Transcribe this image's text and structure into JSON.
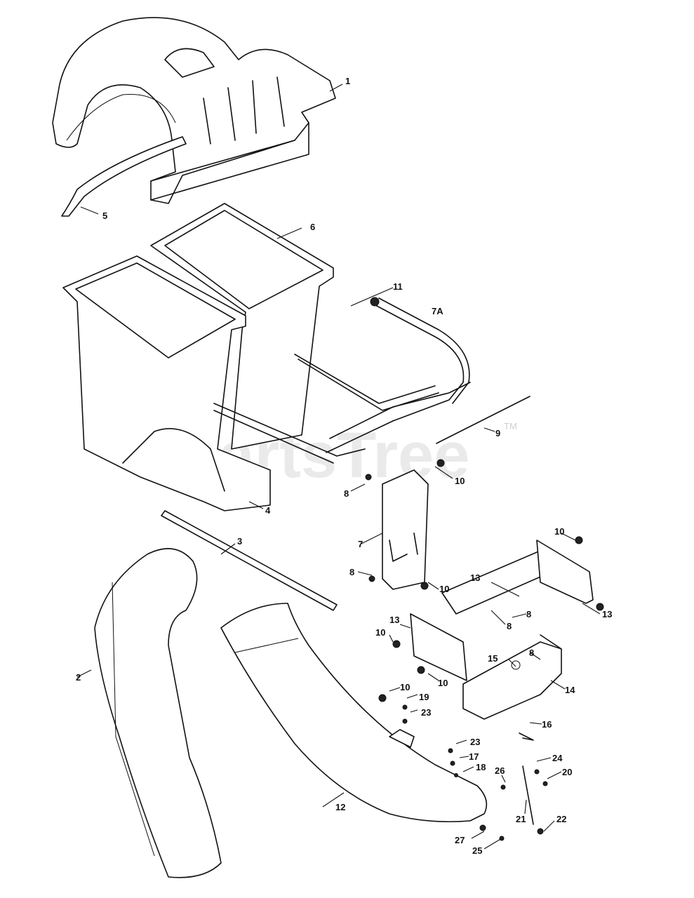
{
  "watermark": {
    "text": "PartsTree",
    "tm": "TM"
  },
  "callouts": {
    "c1": "1",
    "c2": "2",
    "c3": "3",
    "c4": "4",
    "c5": "5",
    "c6": "6",
    "c7": "7",
    "c7a": "7A",
    "c8": "8",
    "c9": "9",
    "c10": "10",
    "c11": "11",
    "c12": "12",
    "c13": "13",
    "c14": "14",
    "c15": "15",
    "c16": "16",
    "c17": "17",
    "c18": "18",
    "c19": "19",
    "c20": "20",
    "c21": "21",
    "c22": "22",
    "c23": "23",
    "c24": "24",
    "c25": "25",
    "c26": "26",
    "c27": "27"
  }
}
